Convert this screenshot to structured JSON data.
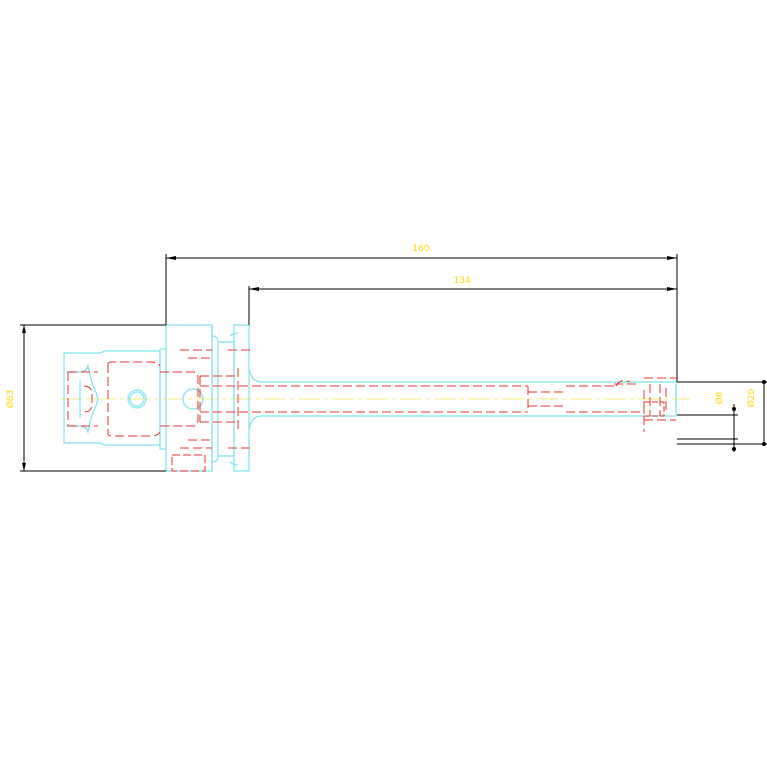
{
  "colors": {
    "background": "#ffffff",
    "outline": "#7fe3ef",
    "hidden_lines": "#e8352e",
    "centerline": "#f5ec7c",
    "dimension_lines": "#000000",
    "dimension_text": "#ffd700"
  },
  "dimensions": {
    "overall_length": "160",
    "shaft_length": "134",
    "flange_diameter": "Ø63",
    "shaft_diameter": "Ø20",
    "bore_diameter": "Ø8"
  }
}
